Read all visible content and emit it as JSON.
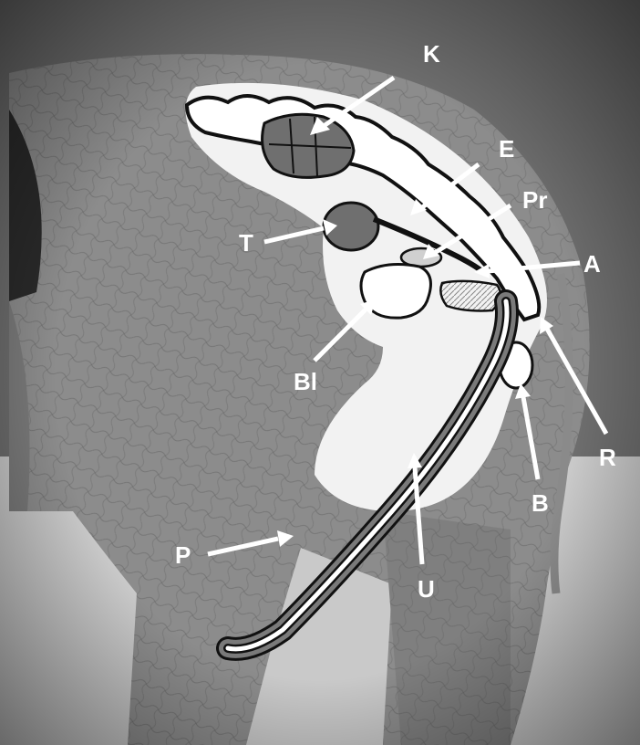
{
  "diagram": {
    "labels": {
      "K": "K",
      "E": "E",
      "Pr": "Pr",
      "A": "A",
      "T": "T",
      "Bl": "Bl",
      "R": "R",
      "B": "B",
      "P": "P",
      "U": "U"
    },
    "colors": {
      "label": "#ffffff",
      "organ_dark": "#6f6f6f",
      "overlay": "#f2f2f2",
      "photo_bg": "#8a8a8a"
    }
  }
}
